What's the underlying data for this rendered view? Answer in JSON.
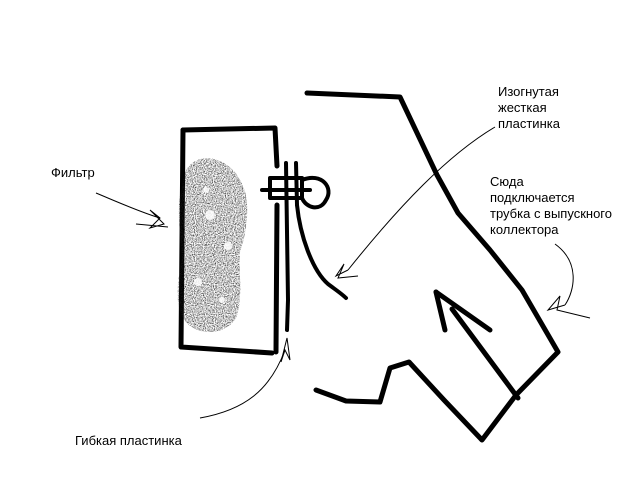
{
  "labels": {
    "filter": "Фильтр",
    "bent_plate": [
      "Изогнутая",
      "жесткая",
      "пластинка"
    ],
    "connect": [
      "Сюда",
      "подключается",
      "трубка с выпускного",
      "коллектора"
    ],
    "flexible_plate": "Гибкая пластинка"
  },
  "colors": {
    "ink": "#000000",
    "paper": "#ffffff"
  }
}
